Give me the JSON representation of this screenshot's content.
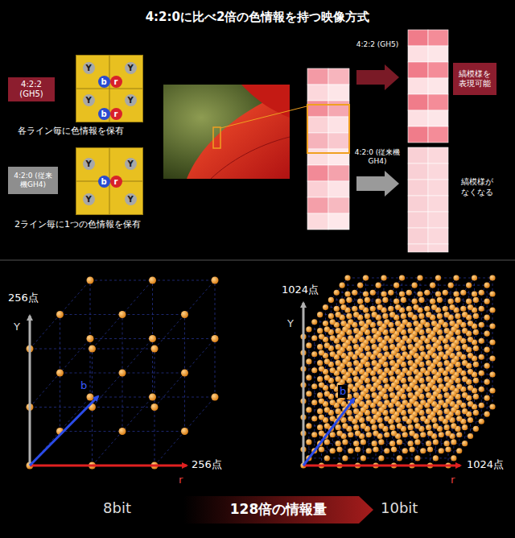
{
  "diagram": {
    "title": "4:2:0に比べ2倍の色情報を持つ映像方式",
    "nodes": [
      {
        "text": [
          "4:2:2 (GH5)"
        ]
      },
      {
        "text": [
          "Y",
          "Y",
          "b",
          "r",
          "Y",
          "Y",
          "b",
          "r"
        ]
      },
      {
        "text": [
          "4:2:0 (従来機GH4)"
        ]
      },
      {
        "text": [
          "Y",
          "Y",
          "b",
          "r",
          "Y",
          "Y"
        ]
      },
      {
        "text": [
          "縞模様を表現可能"
        ]
      },
      {
        "text": [
          "128倍の情報量"
        ]
      }
    ],
    "labels": [
      "各ライン毎に色情報を保有",
      "2ライン毎に1つの色情報を保有",
      "4:2:2 (GH5)",
      "4:2:0 (従来機GH4)",
      "縞模様がなくなる",
      "256点",
      "Y",
      "b",
      "256点",
      "r",
      "1024点",
      "Y",
      "b",
      "1024点",
      "r",
      "8bit",
      "10bit"
    ]
  }
}
